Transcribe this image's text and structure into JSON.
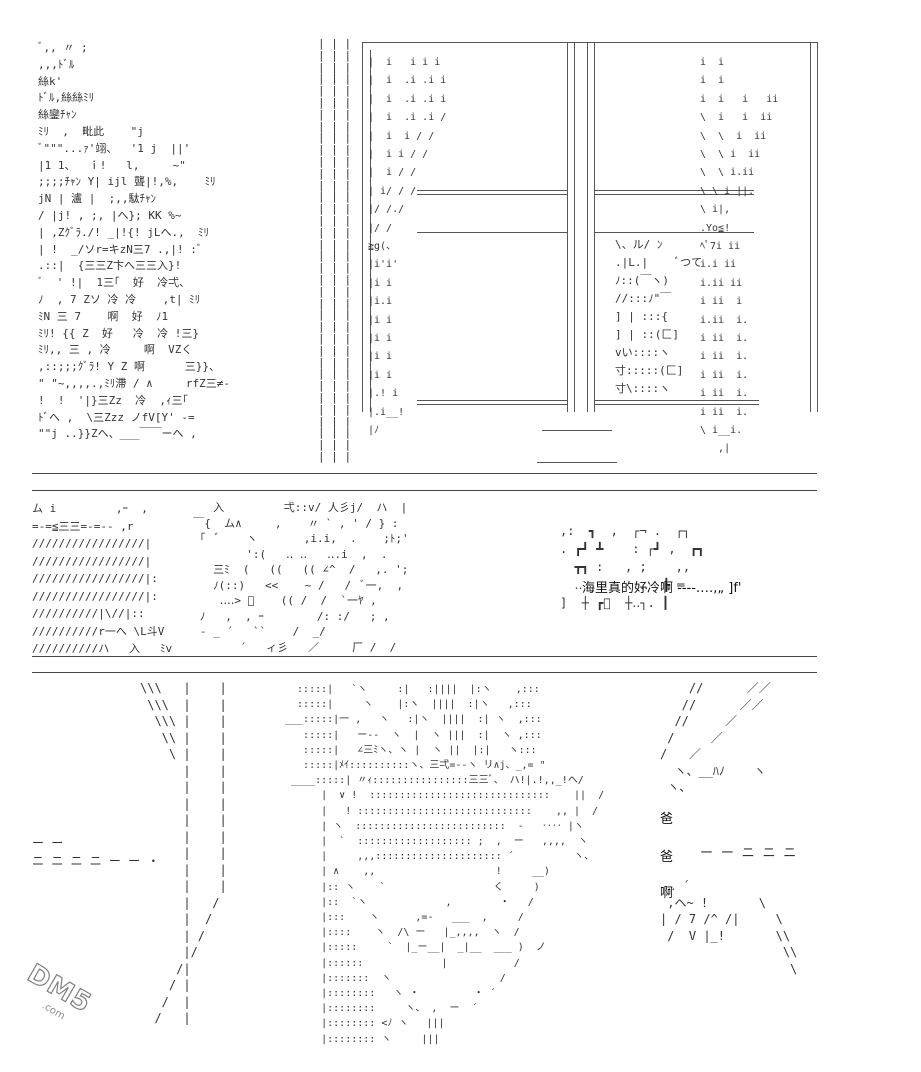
{
  "panels": {
    "mid": {
      "speech": "海里真的好冷啊 ----‥‥,„ ]f'"
    },
    "bottom": {
      "shout_chars": [
        "爸",
        "爸",
        "啊"
      ]
    }
  },
  "top_art": {
    "tree_lines": [
      "ﾞ,, 〃 ;",
      ",,,ﾄﾞﾙ",
      "絲k'",
      "ﾄﾞﾙ,絲絲ﾐﾘ",
      "絲鑾ﾁｬﾝ",
      "ﾐﾘ  ,  毗此    \"j",
      "ﾞ\"\"\"...ｧ'翊、  '1 j  ||'",
      "|1 1、  ｉ!   l,     ~\"",
      ";;;;ﾁｬﾝ Y| ijl 聾|!,%,    ﾐﾘ",
      "jN | 瀘 |  ;,,駄ﾁｬﾝ",
      "/ |j! , ;, |へ}; KK %~",
      "| ,Zｸﾞﾗ./! _|!{! jLへ.,  ﾐﾘ",
      "| !  _/ソr=キzN三7 .,|! :ﾞ",
      ".::|  {三三Z卞へ三三入}!",
      "ﾞ  ' !|  1三｢  好  冷弌、",
      "ﾉ  , 7 Zソ 冷 冷    ,t| ﾐﾘ",
      "ﾐN 三 7    啊  好  ﾉ1",
      "ﾐﾘ! {{ Z  好   冷  冷 !三}",
      "ﾐﾘ,, 三 , 冷     啊  VZく",
      ",::;;;ｸﾞﾗ! Y Z 啊      三}}、",
      "\" \"~,,,,.,ﾐﾘ滯 / ∧     rfZ三≠-",
      "!  !  '|}三Zz  冷  ,ｨ三｢ ",
      "ﾄﾞへ ,  \\三Zzz ノfV[Y' -=",
      "\"\"j ..}}Zへ、___￣￣ーへ ,"
    ],
    "left_pillar": [
      "| | |",
      "| | |",
      "| | |",
      "| | |",
      "| | |",
      "| | |",
      "| | |",
      "| | |",
      "| | |",
      "| | |",
      "| | |",
      "| | |",
      "| | |",
      "| | |",
      "| | |",
      "| | |",
      "| | |",
      "| | |",
      "| | |",
      "| | |",
      "| | |",
      "| | |",
      "| | |",
      "| | |",
      "| | |",
      "| | |",
      "| | |",
      "| | |",
      "| | |",
      "| | |",
      "| | |",
      "| | |",
      "| | |",
      "| | |",
      "| | |",
      "| | |"
    ],
    "window_left_curtain": [
      "|  i   i i i",
      "|  i  .i .i i",
      "|  i  .i .i i",
      "|  i  .i .i /",
      "|  i  i / /",
      "|  i i / /",
      "|  i / /",
      "| i/ / /",
      "|/ /./",
      "|/ /",
      "≧g(、",
      "|i'i'",
      "|i i",
      "|i.i",
      "|i i",
      "|i i",
      "|i i",
      "|i i",
      "|.! i",
      "|.i__!",
      "|ﾉ"
    ],
    "window_right_curtain": [
      "i  i",
      "i  i",
      "i  i   i   ii",
      "\\  i   i  ii",
      "\\  \\  i  ii",
      "\\  \\ i  ii",
      "\\  \\ i.ii",
      "\\ \\ i ||.",
      "\\ i|, ",
      ".Yo≦!",
      "ﾍﾟ7i ii",
      "i.i ii",
      "i.ii ii",
      "i ii  i",
      "i.ii  i.",
      "i ii  i.",
      "i ii  i.",
      "i ii  i.",
      "i ii  i.",
      "i ii  i.",
      "\\ i__i.",
      "   ,|"
    ],
    "moon_lines": [
      "\\、ル/ ﾝ",
      ".|L.|    ﾞつて",
      "ﾉ::(￣ヽ)",
      "//:::ﾉ\"￣",
      "] | :::{",
      "] | ::(匚]",
      "vい::::ヽ",
      "寸:::::(匚]",
      "寸\\::::ヽ"
    ]
  },
  "mid_art": {
    "left_hatch": [
      "ム i         ,ｰ  ,",
      "=-=≦三三=-=-- ,r",
      "/////////////////| ",
      "/////////////////|",
      "/////////////////|:",
      "/////////////////|:",
      "//////////|\\//|::",
      "//////////r一へ \\L斗V",
      "//////////ハ   入   ﾐv  "
    ],
    "figures": [
      "     入         弌::v/ 人彡j/  ハ  |",
      "  ￣{  ム∧     ,    〃 ` , ' / } :",
      "   ｢  ﾞ    ヽ       ,i.i,  .    ;ﾄ;'",
      "          ':(   ‥ ‥   ‥.i  ,  .",
      "     三ﾐ  (   ((   (( ∠^  /   ,. ';",
      "     ﾉ(::)   <<    ~ /   /  ﾞ一,  ,",
      "      ‥‥> ﾞ    (( /  /  `一ﾔ ,",
      "   ﾉ   ,  , ｰ        /: :/   ; ,",
      "   ‐ _ ´   ``    /  _/    ",
      "         ´   ィ彡   ／     厂 /  /"
    ],
    "right_symbols": [
      ",:  ┓  ,  ┌¬ .  ┌┐",
      ". ┏┛ ┻    : ┌┛ ,  ┏┓",
      "  ┳┓ :   , ;    ,,",
      "  ‥        ‥  ┣ ═",
      "]  ┼ ┏ﾞ  ┼‥┐. ┃"
    ]
  },
  "bottom_art": {
    "left_rays": [
      "\\\\\\   |    |",
      " \\\\\\  |    |",
      "  \\\\\\ |    |",
      "   \\\\ |    |",
      "    \\ |    |",
      "      |    |",
      "      |    |",
      "      |    |",
      "      |    |",
      "      |    |",
      "      |    |",
      "      |    |",
      "      |    |",
      "      |   /",
      "      |  /",
      "      | /",
      "      |/",
      "     /|",
      "    / |",
      "   /  |",
      "  /   |"
    ],
    "left_dashes": [
      "ー ー",
      "ニ ニ ニ ニ ー ー ・"
    ],
    "right_dashes": "ー ー ニ ニ ニ",
    "face_lines": [
      "  :::::|   `ヽ     :|   :||||  |:ヽ    ,:::",
      "  :::::|     ヽ    |:ヽ  ||||  :|ヽ   ,:::",
      "___:::::|一 ,   ヽ   :|ヽ  ||||  :| ヽ  ,:::",
      "   :::::|   ー--  ヽ  |  ヽ |||  :|  ヽ ,:::",
      "   :::::|   ∠三ﾐヽ、ヽ |  ヽ ||  |:|   ヽ:::",
      "   :::::|ﾒｲ::::::::::ヽ、三弌=--ヽ リ∧j、_,= \"",
      " ____:::::| 〃ｨ::::::::::::::::三三ﾞ、 ハ!|.!,,_!ヘ/",
      "      |  ∨ !  ::::::::::::::::::::::::::::::    ||  /",
      "      |   ! :::::::::::::::::::::::::::::    ,, |  /",
      "      | ヽ  :::::::::::::::::::::::::  -   ‥‥ |ヽ",
      "      |  `  ::::::::::::::::::: ;  ,  ー   ,,,,  ヽ",
      "      |     ,,,::::::::::::::::::::: ´          ヽ、",
      "      | ∧    ,,                    !     __)",
      "      |:: ヽ    `                  く     )",
      "      |::  `ヽ             ,        ・   /",
      "      |:::    ヽ      ,=-   ___  ,     /",
      "      |::::    ヽ  /\\ ー   |_,,,,  ヽ  /",
      "      |:::::     `  |_ー__|  _|__  ___ )  ノ",
      "      |::::::             |           /",
      "      |:::::::  ヽ                  /",
      "      |::::::::   ヽ ・         ・ ´",
      "      |::::::::     ヽ、 ,  ー  ´",
      "      |:::::::: <ﾉ ヽ   |||",
      "      |:::::::: ヽ     |||"
    ],
    "right_rays": [
      "    //      ／／",
      "   //      ／／",
      "  //     ／",
      " /     ／",
      "/   ／",
      "  ヽ、__ﾊﾉ    ヽ",
      " ヽ、",
      "",
      "",
      "",
      "",
      "",
      " ‥ ´",
      " ,ヘ~ !       \\",
      "| / 7 /^ /|     \\",
      " /  V |_!       \\\\",
      "                 \\\\",
      "                  \\"
    ]
  },
  "watermark": {
    "logo": "DM5",
    "sub": ".com"
  }
}
